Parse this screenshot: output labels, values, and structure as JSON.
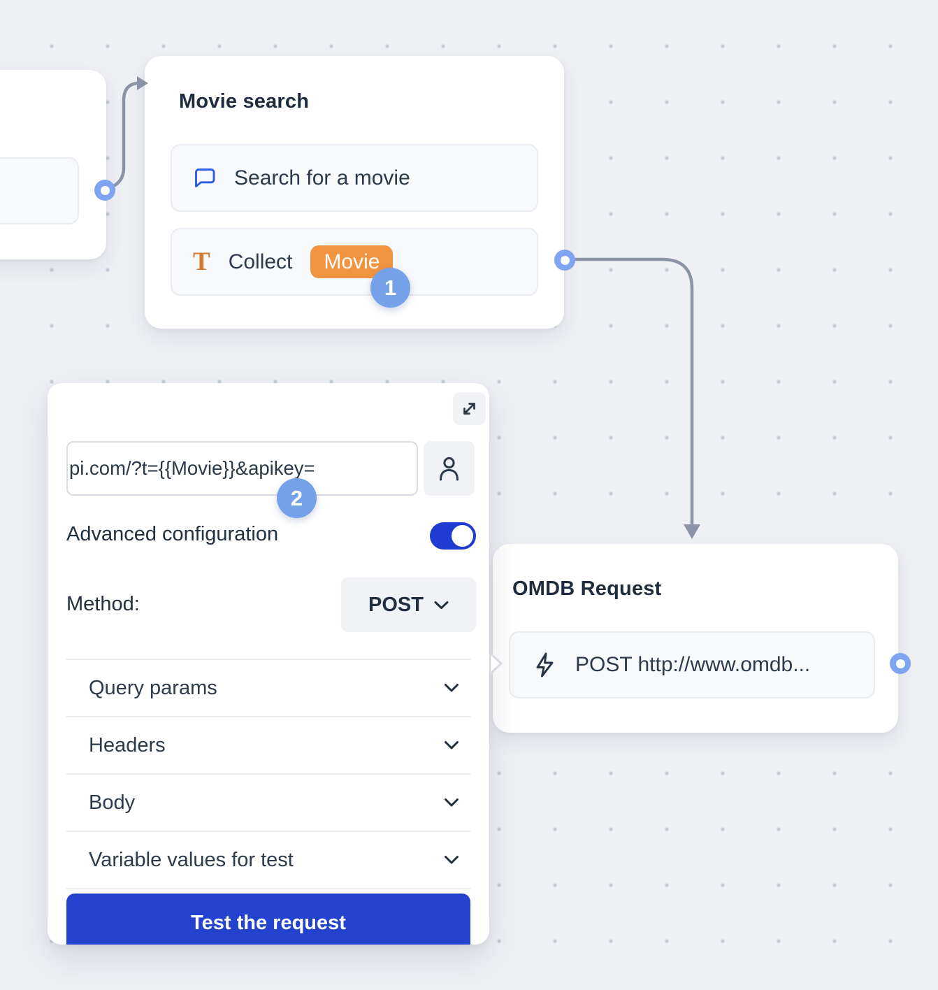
{
  "movie_search_node": {
    "title": "Movie search",
    "step_badge": "1",
    "items": [
      {
        "icon": "chat-bubble-icon",
        "label": "Search for a movie"
      },
      {
        "icon": "text-input-icon",
        "label": "Collect",
        "variable_chip": "Movie"
      }
    ]
  },
  "request_config_panel": {
    "step_badge": "2",
    "url_input_value": "pi.com/?t={{Movie}}&apikey=",
    "advanced_configuration_label": "Advanced configuration",
    "advanced_configuration_enabled": true,
    "method_label": "Method:",
    "method_value": "POST",
    "sections": [
      {
        "label": "Query params"
      },
      {
        "label": "Headers"
      },
      {
        "label": "Body"
      },
      {
        "label": "Variable values for test"
      }
    ],
    "test_button_label": "Test the request"
  },
  "omdb_node": {
    "title": "OMDB Request",
    "items": [
      {
        "icon": "lightning-icon",
        "label": "POST http://www.omdb..."
      }
    ]
  },
  "icons": [
    "expand-icon",
    "user-icon",
    "chevron-down-icon",
    "chat-bubble-icon",
    "text-input-icon",
    "lightning-icon"
  ],
  "colors": {
    "canvas_bg": "#eef0f4",
    "grid_dot": "#c6cdda",
    "node_title_text": "#1f2c3d",
    "item_text": "#2c3a4b",
    "item_bg": "#f8f9fb",
    "chip_orange": "#f09440",
    "serif_t_orange": "#d9792e",
    "chat_icon_blue": "#2b5ce6",
    "step_badge_blue": "#74a1e8",
    "toggle_blue": "#1e3bd2",
    "test_button_blue": "#2342cd",
    "connector_gray": "#8b93a4",
    "port_blue": "#7ea4f2"
  }
}
